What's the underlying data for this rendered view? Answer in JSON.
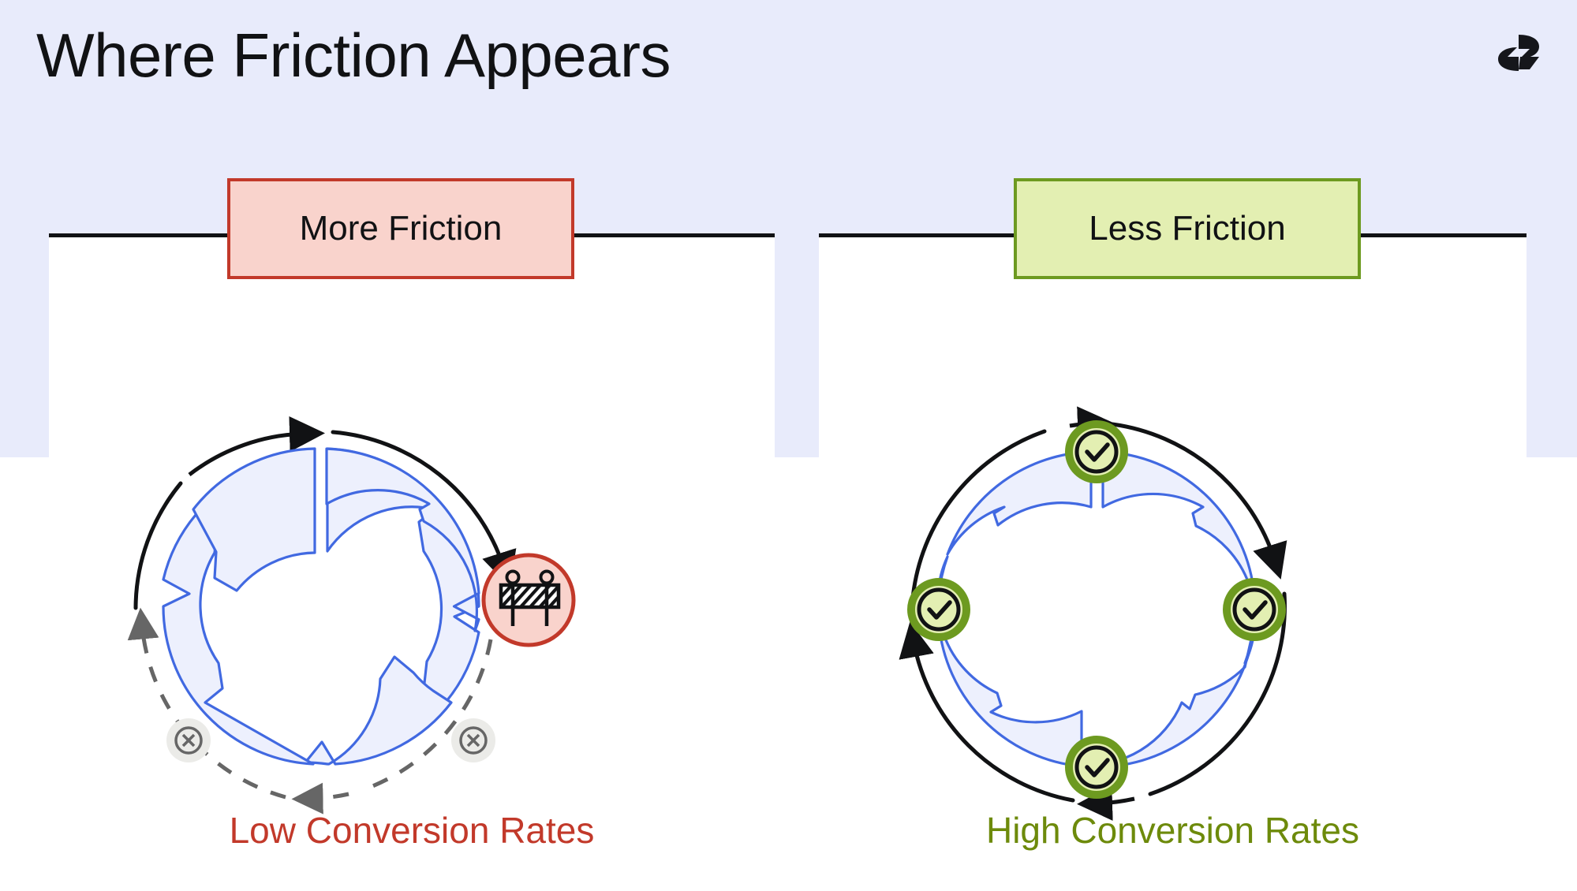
{
  "header": {
    "title": "Where Friction Appears",
    "logo_icon": "double-chevron-logo"
  },
  "panels": [
    {
      "id": "more-friction",
      "chip_label": "More Friction",
      "caption": "Low Conversion Rates",
      "chip_fill": "#F9D3CC",
      "chip_border": "#C2392A",
      "caption_color": "#C2392A",
      "badges": [
        {
          "icon": "roadblock-barrier-icon",
          "position": "right"
        },
        {
          "icon": "x-circle-icon",
          "position": "bottom-left"
        },
        {
          "icon": "x-circle-icon",
          "position": "bottom-right"
        }
      ],
      "flow": {
        "outer_arrow": "solid-clockwise-blocked",
        "return_arrow": "dashed-counterclockwise"
      }
    },
    {
      "id": "less-friction",
      "chip_label": "Less Friction",
      "caption": "High Conversion Rates",
      "chip_fill": "#E3EFB2",
      "chip_border": "#6D9A20",
      "caption_color": "#6D8A0B",
      "badges": [
        {
          "icon": "check-circle-icon",
          "position": "top"
        },
        {
          "icon": "check-circle-icon",
          "position": "right"
        },
        {
          "icon": "check-circle-icon",
          "position": "bottom"
        },
        {
          "icon": "check-circle-icon",
          "position": "left"
        }
      ],
      "flow": {
        "outer_arrow": "solid-clockwise",
        "return_arrow": "solid-counterclockwise"
      }
    }
  ],
  "theme": {
    "background_top": "#E8EBFB",
    "background_bottom": "#FFFFFF",
    "panel_fill": "#FFFFFF",
    "panel_border": "#111214",
    "segment_fill": "#EDF0FD",
    "segment_stroke": "#4169E1",
    "arrow_solid": "#111214",
    "arrow_dashed": "#666666",
    "badge_red_fill": "#F9D3CC",
    "badge_red_border": "#C2392A",
    "badge_green_fill": "#E3EFB2",
    "badge_green_border": "#6D9A20",
    "badge_gray_fill": "#EBEBE8",
    "badge_gray_stroke": "#666666"
  }
}
